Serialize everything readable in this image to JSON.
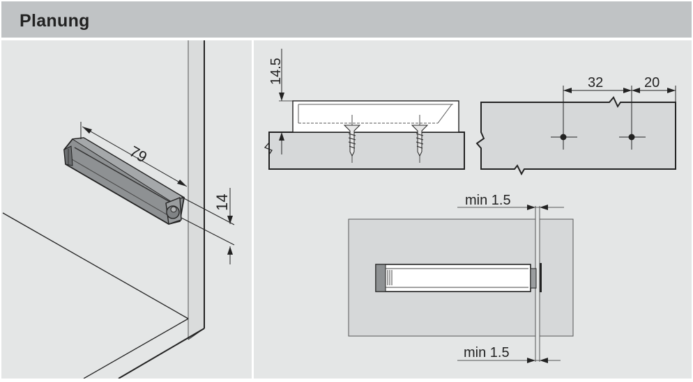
{
  "header": {
    "title": "Planung"
  },
  "left_view": {
    "description": "isometric view of push-to-open unit mounted in cabinet corner",
    "dimensions": {
      "length": "79",
      "height": "14"
    }
  },
  "side_view": {
    "description": "side view of mounting plate screwed to panel",
    "dimensions": {
      "height": "14.5"
    }
  },
  "drill_view": {
    "description": "drilling pattern on panel",
    "dimensions": {
      "hole_spacing": "32",
      "edge_offset": "20"
    }
  },
  "top_view": {
    "description": "top view showing clearance to front",
    "dimensions": {
      "top_gap": "min 1.5",
      "bottom_gap": "min 1.5"
    }
  },
  "colors": {
    "header_bg": "#c0c3c5",
    "panel_bg": "#e4e6e6",
    "part_fill": "#8e9193",
    "board_fill": "#d6d8d9",
    "line": "#222222"
  }
}
